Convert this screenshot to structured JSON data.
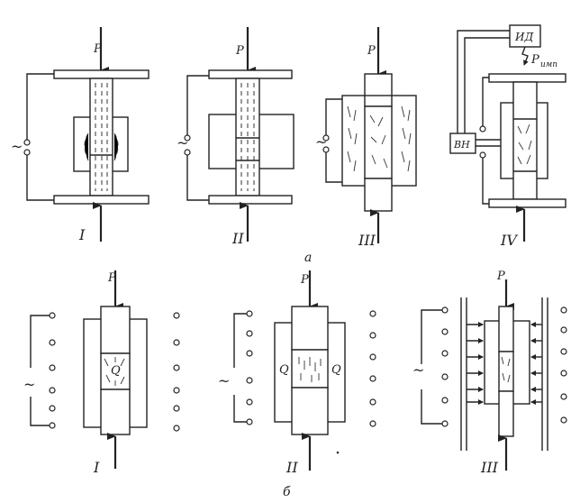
{
  "labels": {
    "force": "P",
    "force_pulse": "P",
    "force_pulse_sub": "имп",
    "ac": "~",
    "heat": "Q",
    "box_id": "ИД",
    "box_vn": "ВН",
    "roman_1": "I",
    "roman_2": "II",
    "roman_3": "III",
    "roman_4": "IV",
    "group_a": "а",
    "group_b": "б"
  }
}
